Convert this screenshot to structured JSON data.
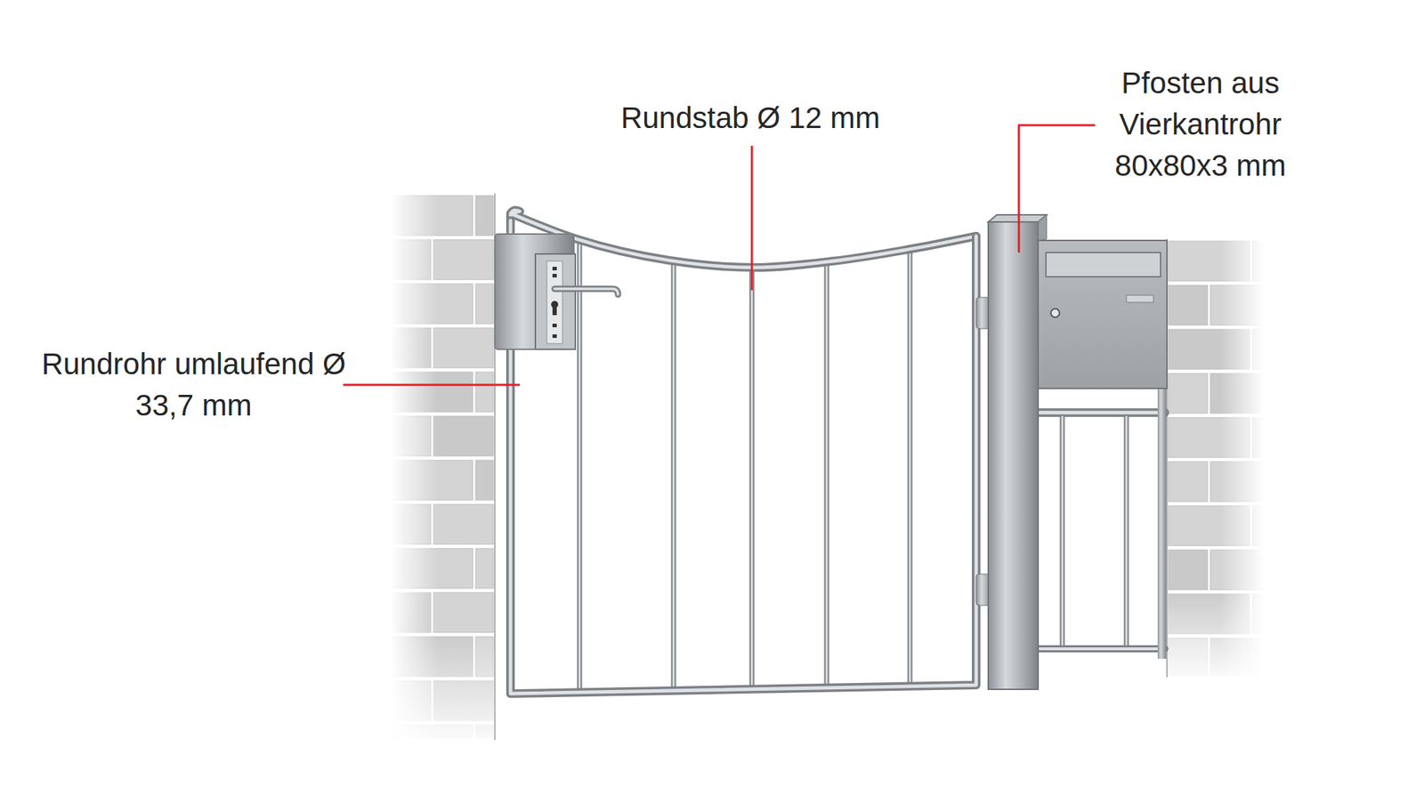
{
  "diagram": {
    "labels": [
      "Rundstab Ø 12 mm",
      "Pfosten aus Vierkantrohr 80x80x3 mm",
      "Rundrohr umlaufend Ø 33,7 mm"
    ]
  }
}
